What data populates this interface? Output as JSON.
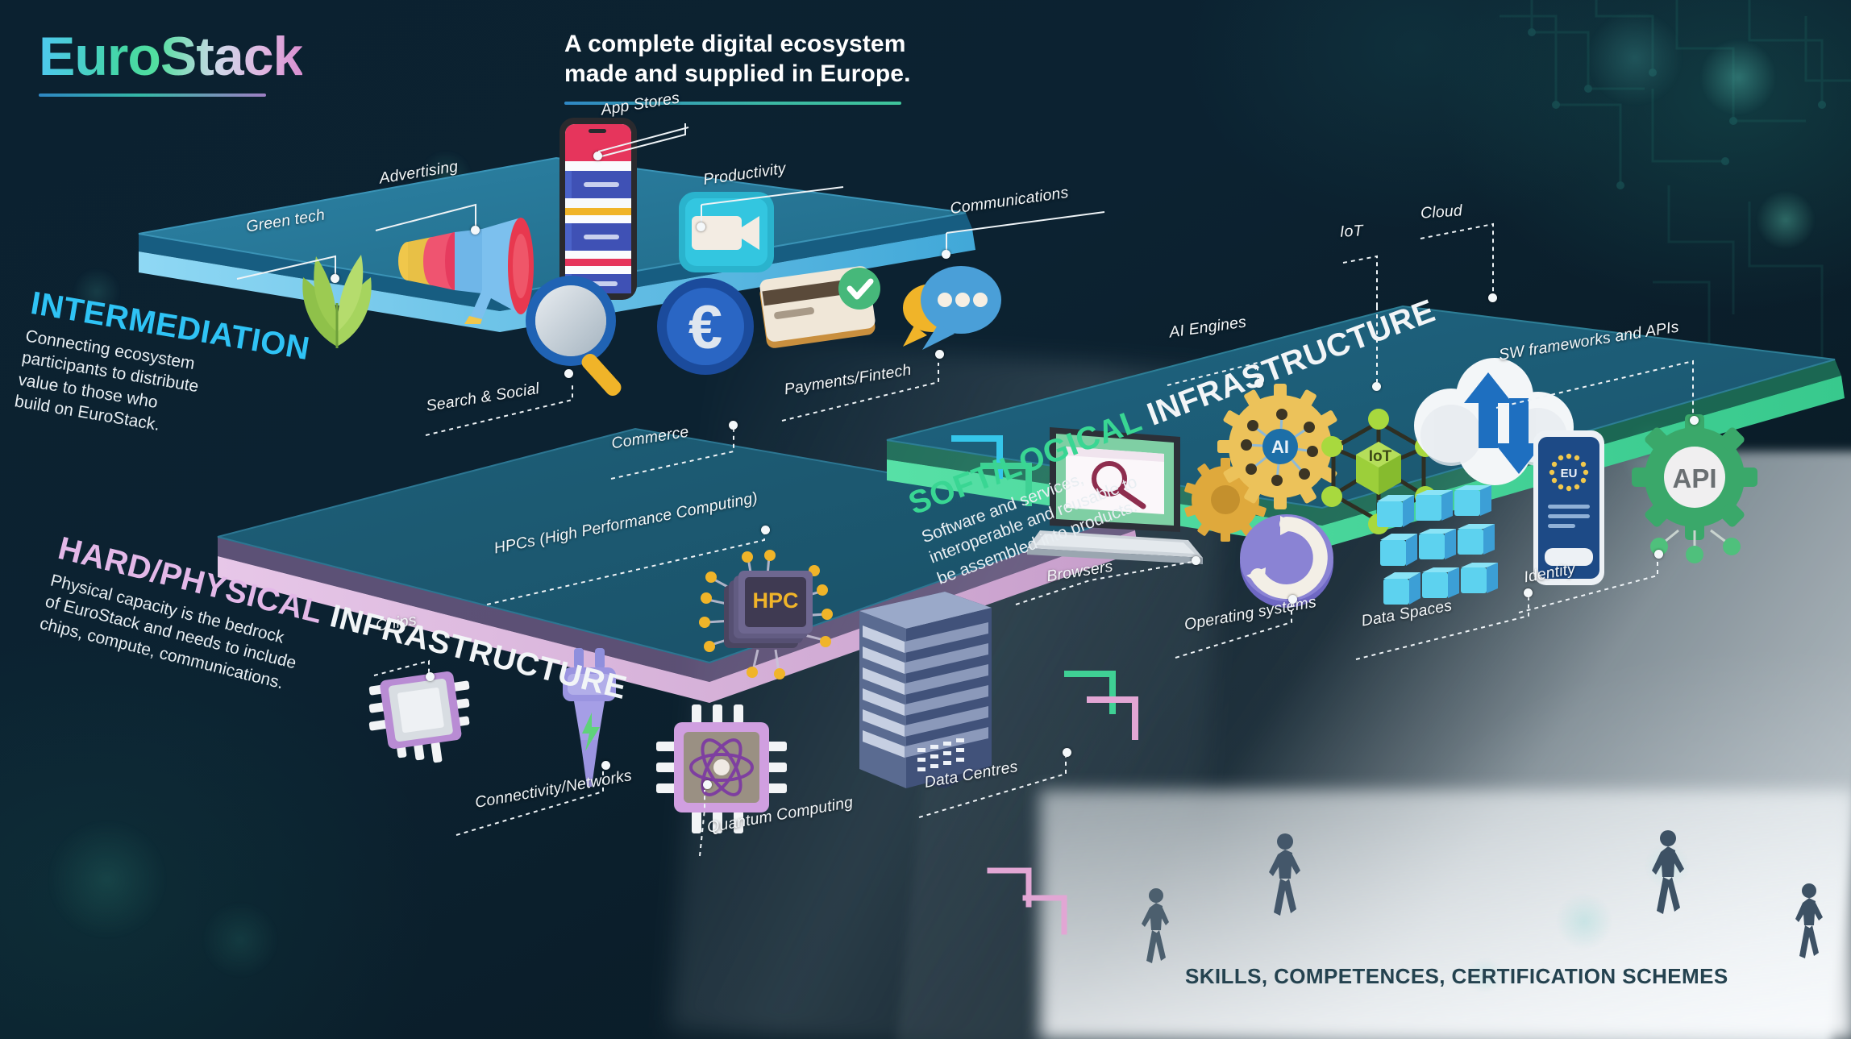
{
  "brand": {
    "name": "EuroStack"
  },
  "tagline": {
    "line1": "A complete digital ecosystem",
    "line2": "made and supplied in Europe."
  },
  "sections": {
    "intermediation": {
      "title": "INTERMEDIATION",
      "body": "Connecting ecosystem\nparticipants to distribute\nvalue to those who\nbuild on EuroStack.",
      "color": "#2fc3f5"
    },
    "soft_logical": {
      "title_accent": "SOFT/LOGICAL",
      "title_rest": "INFRASTRUCTURE",
      "body": "Software and services,\ninteroperable and reusable to\nbe assembled into products.",
      "color": "#39d693"
    },
    "hard_physical": {
      "title_accent": "HARD/PHYSICAL",
      "title_rest": "INFRASTRUCTURE",
      "body": "Physical capacity is the bedrock\nof EuroStack and needs to include\nchips, compute, communications.",
      "color": "#e3b8e8"
    }
  },
  "labels": {
    "intermediation": [
      {
        "text": "Green tech",
        "icon": "leaf-icon"
      },
      {
        "text": "Advertising",
        "icon": "megaphone-icon"
      },
      {
        "text": "App Stores",
        "icon": "smartphone-icon"
      },
      {
        "text": "Productivity",
        "icon": "video-call-icon"
      },
      {
        "text": "Communications",
        "icon": "chat-bubble-icon"
      },
      {
        "text": "Search & Social",
        "icon": "magnifier-icon"
      },
      {
        "text": "Commerce",
        "icon": "euro-coin-icon"
      },
      {
        "text": "Payments/Fintech",
        "icon": "credit-card-icon"
      }
    ],
    "soft_logical": [
      {
        "text": "Browsers",
        "icon": "laptop-browser-icon"
      },
      {
        "text": "AI Engines",
        "icon": "ai-gears-icon"
      },
      {
        "text": "IoT",
        "icon": "iot-node-icon"
      },
      {
        "text": "Cloud",
        "icon": "cloud-sync-icon"
      },
      {
        "text": "SW frameworks and APIs",
        "icon": "api-gear-icon"
      },
      {
        "text": "Operating systems",
        "icon": "os-refresh-icon"
      },
      {
        "text": "Data Spaces",
        "icon": "data-cubes-icon"
      },
      {
        "text": "Identity",
        "icon": "eid-phone-icon"
      }
    ],
    "hard_physical": [
      {
        "text": "Chips",
        "icon": "microchip-icon"
      },
      {
        "text": "HPCs (High Performance Computing)",
        "icon": "hpc-stack-icon"
      },
      {
        "text": "Connectivity/Networks",
        "icon": "plug-icon"
      },
      {
        "text": "Quantum Computing",
        "icon": "quantum-chip-icon"
      },
      {
        "text": "Data Centres",
        "icon": "server-rack-icon"
      }
    ]
  },
  "icon_text": {
    "hpc": "HPC",
    "api": "API",
    "ai": "AI",
    "iot": "IoT",
    "eu": "EU",
    "euro": "€"
  },
  "footer": {
    "skills": "SKILLS, COMPETENCES, CERTIFICATION SCHEMES"
  },
  "colors": {
    "background": "#0b2130",
    "intermediation": "#2fc3f5",
    "soft_logical": "#39d693",
    "hard_physical": "#e3b8e8",
    "slab_top": "#1d5c75",
    "slab_edge_blue": "#46b6e3",
    "slab_edge_green": "#4bd69a",
    "slab_edge_pink": "#d8aedb"
  }
}
